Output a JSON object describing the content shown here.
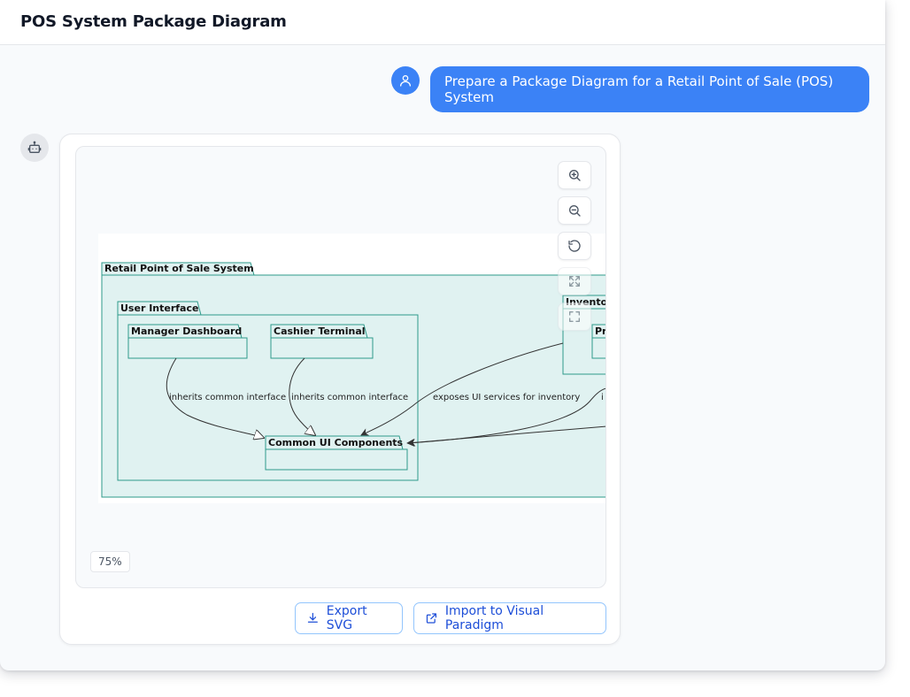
{
  "header": {
    "title": "POS System Package Diagram"
  },
  "chat": {
    "user_message": "Prepare a Package Diagram for a Retail Point of Sale (POS) System"
  },
  "diagram": {
    "packages": {
      "root": "Retail Point of Sale System",
      "ui": "User Interface",
      "manager": "Manager Dashboard",
      "cashier": "Cashier Terminal",
      "common": "Common UI Components",
      "inventory": "Inventor",
      "inventory_child": "Pr"
    },
    "edges": {
      "manager_inherits": "inherits common interface",
      "cashier_inherits": "inherits common interface",
      "inventory_exposes": "exposes UI services for inventory",
      "cut_label": "i"
    },
    "colors": {
      "package_fill": "#e0f2f1",
      "package_stroke": "#2e9a8a",
      "edge": "#333333"
    }
  },
  "controls": {
    "zoom_in": "zoom-in-icon",
    "zoom_out": "zoom-out-icon",
    "reset": "reset-icon",
    "fit": "fit-view-icon",
    "fullscreen": "fullscreen-icon"
  },
  "zoom": {
    "level": "75%"
  },
  "actions": {
    "export_svg": "Export SVG",
    "import_vp": "Import to Visual Paradigm"
  }
}
